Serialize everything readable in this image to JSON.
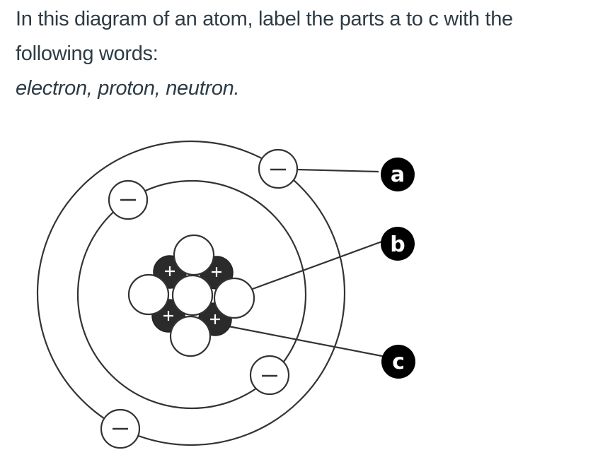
{
  "question": {
    "line1": "In this diagram of an atom, label the parts a to c with the",
    "line2": "following words:",
    "word_list": "electron, proton, neutron."
  },
  "diagram": {
    "title": "atom diagram",
    "electron_sign": "−",
    "proton_sign": "+",
    "labels": [
      {
        "letter": "a",
        "points_to": "electron (outer shell)"
      },
      {
        "letter": "b",
        "points_to": "neutron (white nucleus particle)"
      },
      {
        "letter": "c",
        "points_to": "proton (dark nucleus particle with +)"
      }
    ],
    "shells": 2,
    "electrons": 4,
    "protons": 4,
    "neutrons": 5,
    "colors": {
      "line": "#333333",
      "proton_fill": "#2b2b2b",
      "label_bg": "#000000",
      "label_text": "#ffffff",
      "text": "#2d3b45"
    }
  }
}
